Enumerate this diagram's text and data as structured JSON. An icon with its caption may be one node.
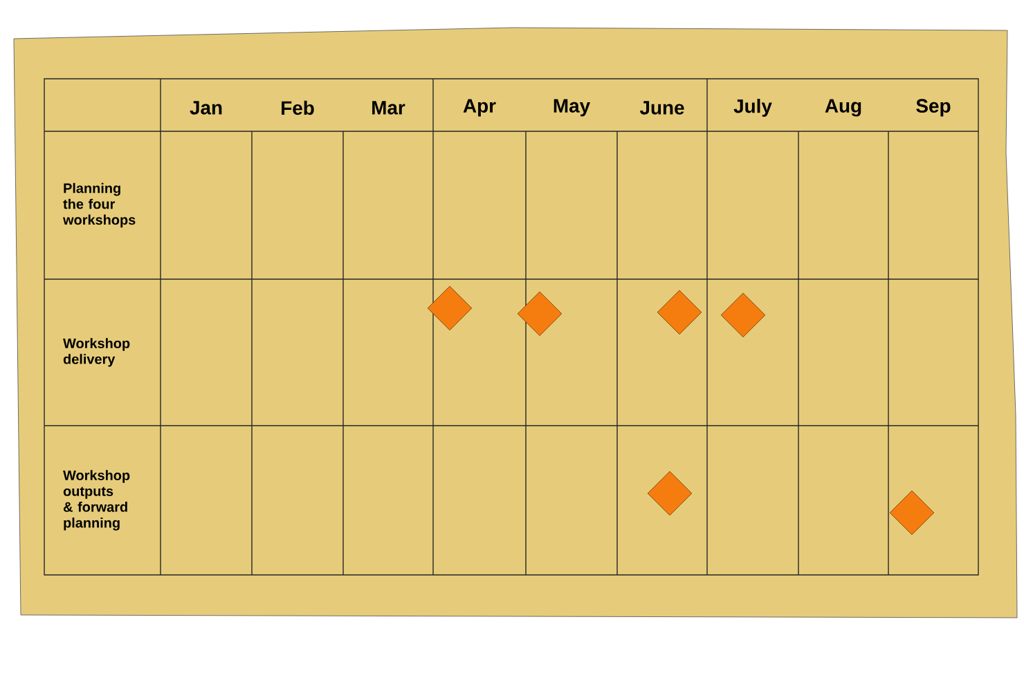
{
  "diagram": {
    "nodes": [
      {
        "text": [],
        "shape": "diamond"
      },
      {
        "text": [],
        "shape": "diamond"
      },
      {
        "text": [],
        "shape": "diamond"
      },
      {
        "text": [],
        "shape": "diamond"
      },
      {
        "text": [],
        "shape": "diamond"
      },
      {
        "text": [],
        "shape": "diamond"
      }
    ],
    "labels": [
      "Jan",
      "Feb",
      "Mar",
      "Apr",
      "May",
      "June",
      "July",
      "Aug",
      "Sep",
      "Planning the four workshops",
      "Workshop delivery",
      "Workshop outputs & forward planning"
    ]
  }
}
